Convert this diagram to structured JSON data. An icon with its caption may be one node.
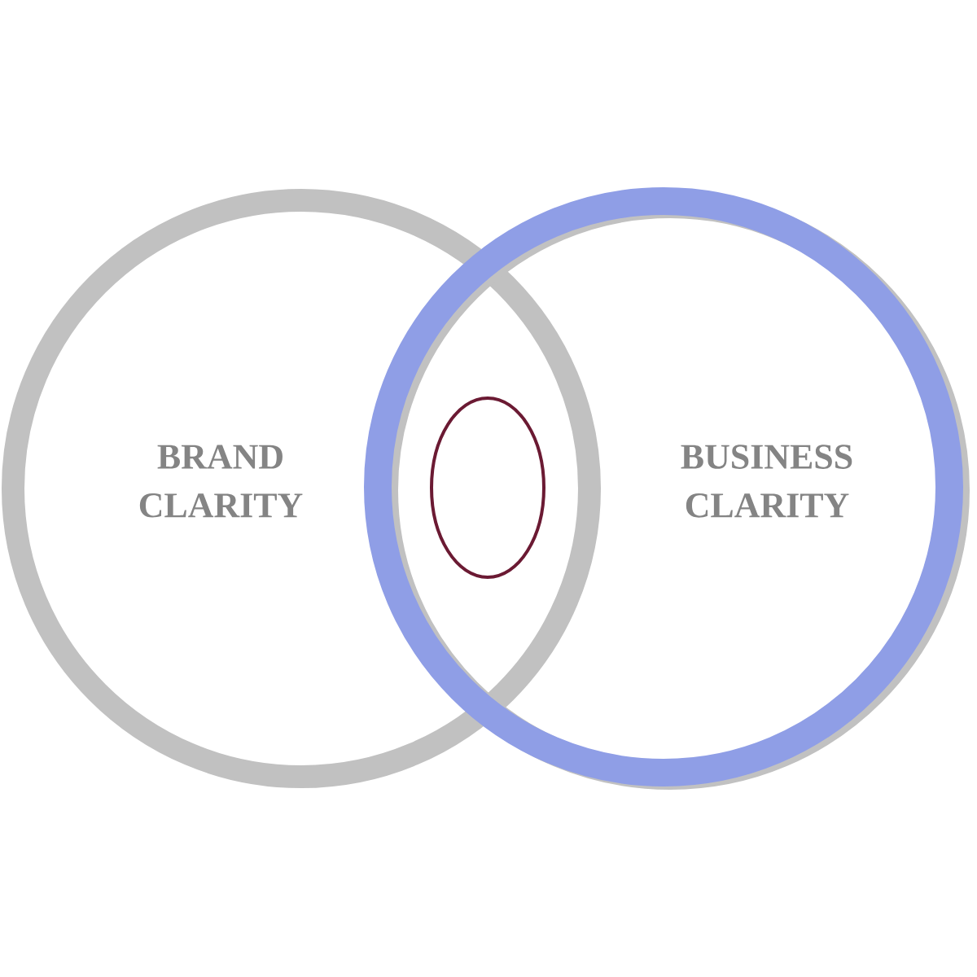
{
  "diagram": {
    "nodes": [
      {
        "text": [
          "BRAND CLARITY"
        ]
      },
      {
        "text": [
          "BUSINESS CLARITY"
        ]
      },
      {
        "text": [],
        "shape": "ellipse"
      }
    ]
  }
}
